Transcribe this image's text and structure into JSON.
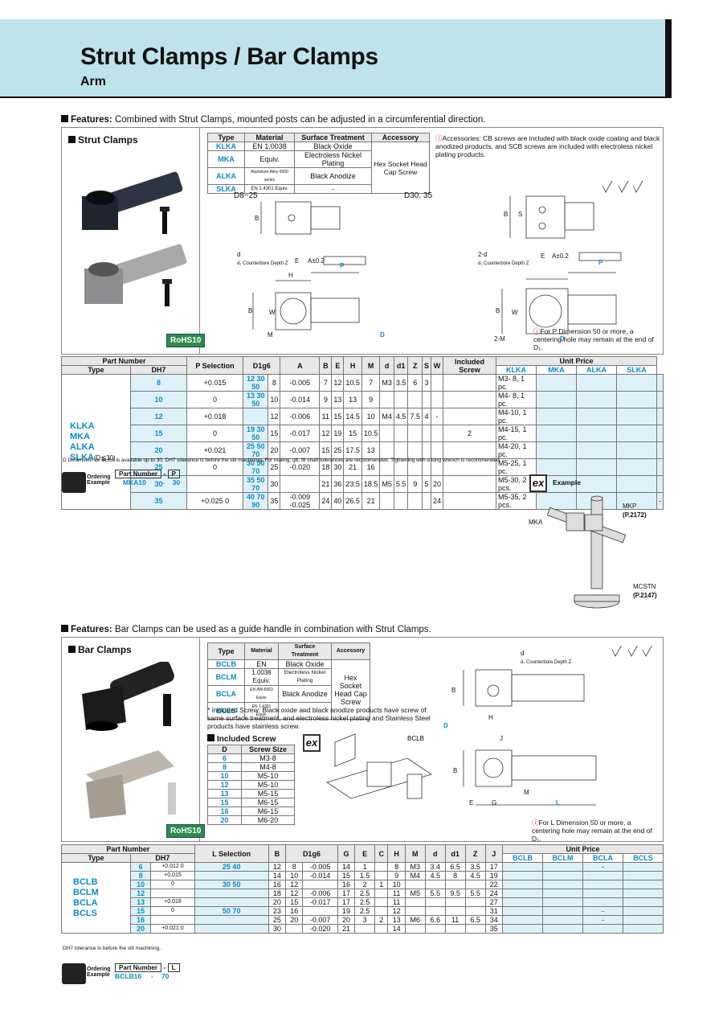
{
  "header": {
    "title": "Strut Clamps / Bar Clamps",
    "subtitle": "Arm"
  },
  "features1": {
    "label": "Features:",
    "text": " Combined with Strut Clamps, mounted posts can be adjusted in a circumferential direction."
  },
  "features2": {
    "label": "Features:",
    "text": " Bar Clamps can be used as a guide handle in combination with Strut Clamps."
  },
  "strut": {
    "panel_title": "Strut Clamps",
    "rohs": "RoHS10",
    "spec_headers": [
      "Type",
      "Material",
      "Surface Treatment",
      "Accessory"
    ],
    "spec_rows": [
      {
        "type": "KLKA",
        "material": "EN 1.0038",
        "surface": "Black Oxide"
      },
      {
        "type": "MKA",
        "material": "Equiv.",
        "surface": "Electroless Nickel Plating"
      },
      {
        "type": "ALKA",
        "material": "Aluminum Alloy 6000 series",
        "surface": "Black Anodize"
      },
      {
        "type": "SLKA",
        "material": "EN 1.4301 Equiv.",
        "surface": "-"
      }
    ],
    "accessory": "Hex Socket Head Cap Screw",
    "accessory_note": "Accessories: CB screws are included with black oxide coating and black anodized products, and SCB screws are included with electroless nickel plating products.",
    "d_range_left": "D8~25",
    "d_range_right": "D30, 35",
    "p_note": "For P Dimension 50 or more, a centering hole may remain at the end of D₁.",
    "table_headers": {
      "part_number": "Part Number",
      "type": "Type",
      "dh7": "DH7",
      "p_sel": "P Selection",
      "d1g6": "D1g6",
      "cols": [
        "A",
        "B",
        "E",
        "H",
        "M",
        "d",
        "d1",
        "Z",
        "S",
        "W"
      ],
      "screw": "Included Screw",
      "unit_price": "Unit Price",
      "prices": [
        "KLKA",
        "MKA",
        "ALKA",
        "SLKA"
      ]
    },
    "types": [
      "KLKA",
      "MKA",
      "ALKA",
      "SLKA"
    ],
    "types_note": "(D≦30)",
    "rows": [
      {
        "d": "8",
        "tol": "+0.015",
        "p": "12 30 50",
        "d1": "8",
        "d1tol": "-0.005",
        "a": "7",
        "b": "12",
        "e": "10.5",
        "h": "7",
        "m": "M3",
        "dd": "3.5",
        "dd1": "6",
        "z": "3",
        "s": "",
        "w": "",
        "screw": "M3- 8, 1 pc.",
        "slka": ""
      },
      {
        "d": "10",
        "tol": "0",
        "p": "13 30 50",
        "d1": "10",
        "d1tol": "-0.014",
        "a": "9",
        "b": "13",
        "e": "13",
        "h": "9",
        "m": "",
        "dd": "",
        "dd1": "",
        "z": "",
        "s": "",
        "w": "",
        "screw": "M4- 8, 1 pc.",
        "slka": ""
      },
      {
        "d": "12",
        "tol": "+0.018",
        "p": "",
        "d1": "12",
        "d1tol": "-0.006",
        "a": "11",
        "b": "15",
        "e": "14.5",
        "h": "10",
        "m": "M4",
        "dd": "4.5",
        "dd1": "7.5",
        "z": "4",
        "s": "-",
        "w": "",
        "screw": "M4-10, 1 pc.",
        "slka": ""
      },
      {
        "d": "15",
        "tol": "0",
        "p": "19 30 50",
        "d1": "15",
        "d1tol": "-0.017",
        "a": "12",
        "b": "19",
        "e": "15",
        "h": "10.5",
        "m": "",
        "dd": "",
        "dd1": "",
        "z": "",
        "s": "",
        "w": "2",
        "screw": "M4-15, 1 pc.",
        "slka": ""
      },
      {
        "d": "20",
        "tol": "+0.021",
        "p": "25 50 70",
        "d1": "20",
        "d1tol": "-0.007",
        "a": "15",
        "b": "25",
        "e": "17.5",
        "h": "13",
        "m": "",
        "dd": "",
        "dd1": "",
        "z": "",
        "s": "",
        "w": "",
        "screw": "M4-20, 1 pc.",
        "slka": ""
      },
      {
        "d": "25",
        "tol": "0",
        "p": "30 50 70",
        "d1": "25",
        "d1tol": "-0.020",
        "a": "18",
        "b": "30",
        "e": "21",
        "h": "16",
        "m": "",
        "dd": "",
        "dd1": "",
        "z": "",
        "s": "",
        "w": "",
        "screw": "M5-25, 1 pc.",
        "slka": ""
      },
      {
        "d": "30",
        "tol": "",
        "p": "35 50 70",
        "d1": "30",
        "d1tol": "",
        "a": "21",
        "b": "36",
        "e": "23.5",
        "h": "18.5",
        "m": "M5",
        "dd": "5.5",
        "dd1": "9",
        "z": "5",
        "s": "20",
        "w": "",
        "screw": "M5-30, 2 pcs.",
        "slka": ""
      },
      {
        "d": "35",
        "tol": "+0.025 0",
        "p": "40 70 90",
        "d1": "35",
        "d1tol": "-0.009 -0.025",
        "a": "24",
        "b": "40",
        "e": "26.5",
        "h": "21",
        "m": "",
        "dd": "",
        "dd1": "",
        "z": "",
        "s": "24",
        "w": "",
        "screw": "M5-35, 2 pcs.",
        "slka": "-"
      }
    ],
    "footnote": "D Dimension for SLKA is available up to 30.  DH7 tolerance is before the slit machining.  For mating, g6, f8 shaft tolerances are recommended. Tightening with a long wrench is recommended.",
    "ordering": {
      "label": "Ordering Example",
      "col1": "Part Number",
      "dash": "-",
      "col2": "P",
      "val1": "MKA10",
      "val2": "30"
    },
    "example": {
      "label": "Example",
      "mka": "MKA",
      "mkp": "MKP",
      "mkp_ref": "(P.2172)",
      "mcstn": "MCSTN",
      "mcstn_ref": "(P.2147)"
    }
  },
  "bar": {
    "panel_title": "Bar Clamps",
    "rohs": "RoHS10",
    "spec_headers": [
      "Type",
      "Material",
      "Surface Treatment",
      "Accessory"
    ],
    "spec_rows": [
      {
        "type": "BCLB",
        "material": "EN",
        "surface": "Black Oxide"
      },
      {
        "type": "BCLM",
        "material": "1.0038 Equiv.",
        "surface": "Electroless Nickel Plating"
      },
      {
        "type": "BCLA",
        "material": "EN AW-6063 Equiv.",
        "surface": "Black Anodize"
      },
      {
        "type": "BCLS",
        "material": "EN 1.4301 Equiv.",
        "surface": "-"
      }
    ],
    "accessory": "Hex Socket Head Cap Screw",
    "screw_note": "* Included Screw: Black oxide and black anodize products have screw of same surface treatment, and electroless nickel plating and Stainless Steel products have stainless screw.",
    "included_screw": {
      "title": "Included Screw",
      "headers": [
        "D",
        "Screw Size"
      ],
      "rows": [
        [
          "6",
          "M3-8"
        ],
        [
          "8",
          "M4-8"
        ],
        [
          "10",
          "M5-10"
        ],
        [
          "12",
          "M5-10"
        ],
        [
          "13",
          "M5-15"
        ],
        [
          "15",
          "M6-15"
        ],
        [
          "16",
          "M6-15"
        ],
        [
          "20",
          "M6-20"
        ]
      ]
    },
    "bclb_label": "BCLB",
    "l_note": "For L Dimension 50 or more, a centering hole may remain at the end of D₁.",
    "table_headers": {
      "part_number": "Part Number",
      "type": "Type",
      "dh7": "DH7",
      "l_sel": "L Selection",
      "cols": [
        "B",
        "D1g6",
        "G",
        "E",
        "C",
        "H",
        "M",
        "d",
        "d1",
        "Z",
        "J"
      ],
      "unit_price": "Unit Price",
      "prices": [
        "BCLB",
        "BCLM",
        "BCLA",
        "BCLS"
      ]
    },
    "types": [
      "BCLB",
      "BCLM",
      "BCLA",
      "BCLS"
    ],
    "rows": [
      {
        "d": "6",
        "tol": "+0.012 0",
        "l": "25   40",
        "b": "12",
        "d1": "8",
        "d1tol": "-0.005",
        "g": "14",
        "e": "1",
        "c": "",
        "h": "8",
        "m": "M3",
        "dd": "3.4",
        "dd1": "6.5",
        "z": "3.5",
        "j": "17",
        "bcla": "-"
      },
      {
        "d": "8",
        "tol": "+0.015",
        "l": "",
        "b": "14",
        "d1": "10",
        "d1tol": "-0.014",
        "g": "15",
        "e": "1.5",
        "c": "",
        "h": "9",
        "m": "M4",
        "dd": "4.5",
        "dd1": "8",
        "z": "4.5",
        "j": "19",
        "bcla": ""
      },
      {
        "d": "10",
        "tol": "0",
        "l": "30   50",
        "b": "16",
        "d1": "12",
        "d1tol": "",
        "g": "16",
        "e": "2",
        "c": "1",
        "h": "10",
        "m": "",
        "dd": "",
        "dd1": "",
        "z": "",
        "j": "22",
        "bcla": ""
      },
      {
        "d": "12",
        "tol": "",
        "l": "",
        "b": "18",
        "d1": "12",
        "d1tol": "-0.006",
        "g": "17",
        "e": "2.5",
        "c": "",
        "h": "11",
        "m": "M5",
        "dd": "5.5",
        "dd1": "9.5",
        "z": "5.5",
        "j": "24",
        "bcla": ""
      },
      {
        "d": "13",
        "tol": "+0.018",
        "l": "",
        "b": "20",
        "d1": "15",
        "d1tol": "-0.017",
        "g": "17",
        "e": "2.5",
        "c": "",
        "h": "11",
        "m": "",
        "dd": "",
        "dd1": "",
        "z": "",
        "j": "27",
        "bcla": ""
      },
      {
        "d": "15",
        "tol": "0",
        "l": "50   70",
        "b": "23",
        "d1": "16",
        "d1tol": "",
        "g": "19",
        "e": "2.5",
        "c": "",
        "h": "12",
        "m": "",
        "dd": "",
        "dd1": "",
        "z": "",
        "j": "31",
        "bcla": "-"
      },
      {
        "d": "16",
        "tol": "",
        "l": "",
        "b": "25",
        "d1": "20",
        "d1tol": "-0.007",
        "g": "20",
        "e": "3",
        "c": "2",
        "h": "13",
        "m": "M6",
        "dd": "6.6",
        "dd1": "11",
        "z": "6.5",
        "j": "34",
        "bcla": "-"
      },
      {
        "d": "20",
        "tol": "+0.021 0",
        "l": "",
        "b": "30",
        "d1": "",
        "d1tol": "-0.020",
        "g": "21",
        "e": "",
        "c": "",
        "h": "14",
        "m": "",
        "dd": "",
        "dd1": "",
        "z": "",
        "j": "35",
        "bcla": ""
      }
    ],
    "footnote": "DH7 tolerance is before the slit machining.",
    "ordering": {
      "label": "Ordering Example",
      "col1": "Part Number",
      "dash": "-",
      "col2": "L",
      "val1": "BCLB16",
      "val2": "70"
    }
  },
  "colors": {
    "banner": "#bfe3ea",
    "accent": "#0a8ac8",
    "rohs": "#2f8a4a",
    "light_blue": "#dff1f8"
  }
}
